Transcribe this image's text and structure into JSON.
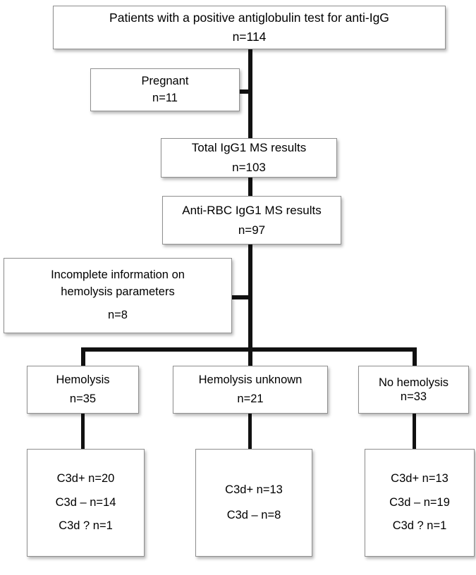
{
  "diagram": {
    "title": "Patient flow diagram: antiglobulin test for anti-IgG",
    "type": "flowchart",
    "colors": {
      "box_border": "#8f8f8f",
      "box_fill": "#ffffff",
      "connector": "#111111",
      "text": "#000000"
    }
  },
  "nodes": {
    "top": {
      "label": "Patients with a positive antiglobulin test for anti-IgG",
      "count": "n=114"
    },
    "excluded_pregnant": {
      "label": "Pregnant",
      "count": "n=11"
    },
    "total_igg1": {
      "label": "Total IgG1 MS results",
      "count": "n=103"
    },
    "anti_rbc_igg1": {
      "label": "Anti-RBC IgG1 MS results",
      "count": "n=97"
    },
    "excluded_incomplete": {
      "label_line1": "Incomplete information on",
      "label_line2": "hemolysis parameters",
      "count": "n=8"
    },
    "hemolysis": {
      "label": "Hemolysis",
      "count": "n=35"
    },
    "hemolysis_unknown": {
      "label": "Hemolysis unknown",
      "count": "n=21"
    },
    "no_hemolysis": {
      "label": "No hemolysis",
      "count": "n=33"
    },
    "hemolysis_c3d": {
      "rows": [
        "C3d+ n=20",
        "C3d – n=14",
        "C3d ? n=1"
      ]
    },
    "hemolysis_unknown_c3d": {
      "rows": [
        "C3d+ n=13",
        "C3d – n=8"
      ]
    },
    "no_hemolysis_c3d": {
      "rows": [
        "C3d+ n=13",
        "C3d – n=19",
        "C3d ? n=1"
      ]
    }
  }
}
